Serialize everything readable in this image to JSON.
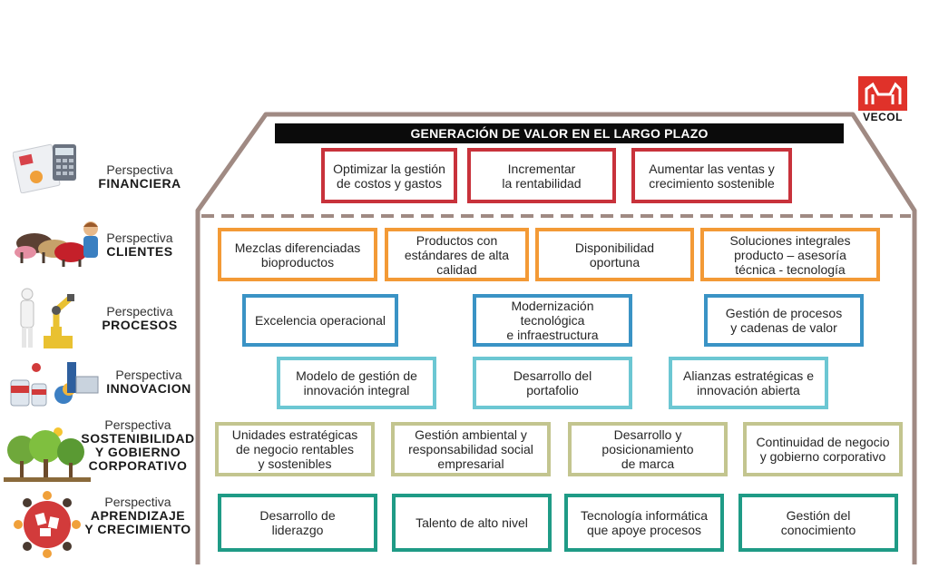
{
  "header": {
    "title": "GENERACIÓN DE VALOR EN EL LARGO PLAZO"
  },
  "logo": {
    "text": "VECOL"
  },
  "perspectives": [
    {
      "line1": "Perspectiva",
      "line2": "FINANCIERA"
    },
    {
      "line1": "Perspectiva",
      "line2": "CLIENTES"
    },
    {
      "line1": "Perspectiva",
      "line2": "PROCESOS"
    },
    {
      "line1": "Perspectiva",
      "line2": "INNOVACION"
    },
    {
      "line1": "Perspectiva",
      "line2": "SOSTENIBILIDAD\nY GOBIERNO\nCORPORATIVO"
    },
    {
      "line1": "Perspectiva",
      "line2": "APRENDIZAJE\nY CRECIMIENTO"
    }
  ],
  "financiera": [
    "Optimizar la gestión\nde costos y gastos",
    "Incrementar\nla rentabilidad",
    "Aumentar las ventas y\ncrecimiento sostenible"
  ],
  "clientes": [
    "Mezclas diferenciadas\nbioproductos",
    "Productos con\nestándares de alta\ncalidad",
    "Disponibilidad\noportuna",
    "Soluciones integrales\nproducto – asesoría\ntécnica - tecnología"
  ],
  "procesos": [
    "Excelencia operacional",
    "Modernización\ntecnológica\ne infraestructura",
    "Gestión de procesos\ny cadenas de valor"
  ],
  "innovacion": [
    "Modelo de gestión de\ninnovación integral",
    "Desarrollo del\nportafolio",
    "Alianzas estratégicas e\ninnovación abierta"
  ],
  "sostenibilidad": [
    "Unidades estratégicas\nde negocio rentables\ny sostenibles",
    "Gestión ambiental y\nresponsabilidad social\nempresarial",
    "Desarrollo y\nposicionamiento\nde marca",
    "Continuidad de negocio\ny gobierno corporativo"
  ],
  "aprendizaje": [
    "Desarrollo de\nliderazgo",
    "Talento de alto nivel",
    "Tecnología informática\nque apoye procesos",
    "Gestión del\nconocimiento"
  ],
  "colors": {
    "financiera": "#c8323b",
    "clientes": "#f39a36",
    "procesos": "#3a93c5",
    "innovacion": "#6cc7d3",
    "sostenibilidad": "#c3c58f",
    "aprendizaje": "#1f9b86",
    "house_outline": "#a08a83",
    "logo_red": "#e0322a"
  },
  "icons": [
    "finance-document-icon",
    "livestock-icon",
    "robot-arm-worker-icon",
    "laboratory-icon",
    "trees-icon",
    "team-meeting-icon"
  ]
}
